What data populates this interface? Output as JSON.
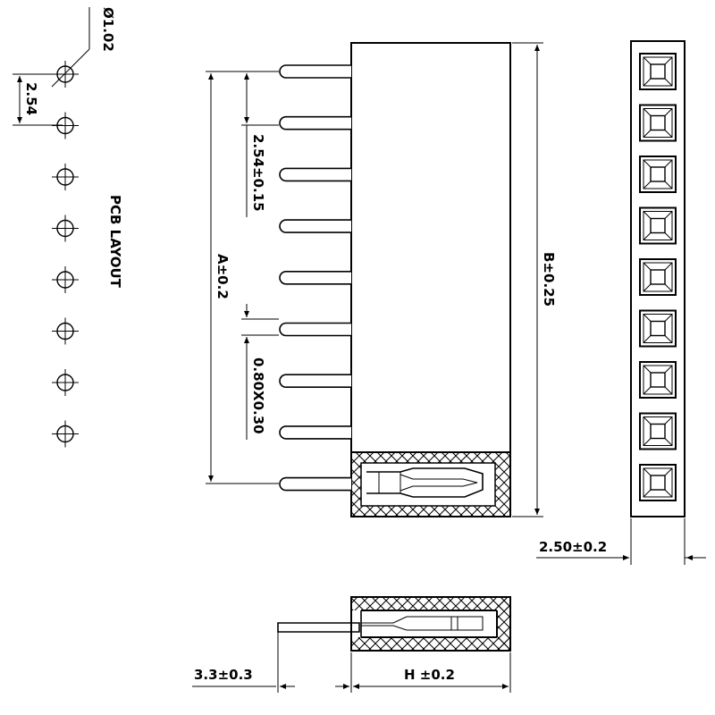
{
  "labels": {
    "hole_dia": "Ø1.02",
    "pcb_pitch": "2.54",
    "pcb_layout": "PCB LAYOUT",
    "pin_pitch": "2.54±0.15",
    "dim_a": "A±0.2",
    "pin_size": "0.80X0.30",
    "dim_b": "B±0.25",
    "width": "2.50±0.2",
    "pin_len": "3.3±0.3",
    "dim_h": "H ±0.2"
  },
  "counts": {
    "pcb_holes": 8,
    "pins": 9,
    "sockets": 9
  }
}
